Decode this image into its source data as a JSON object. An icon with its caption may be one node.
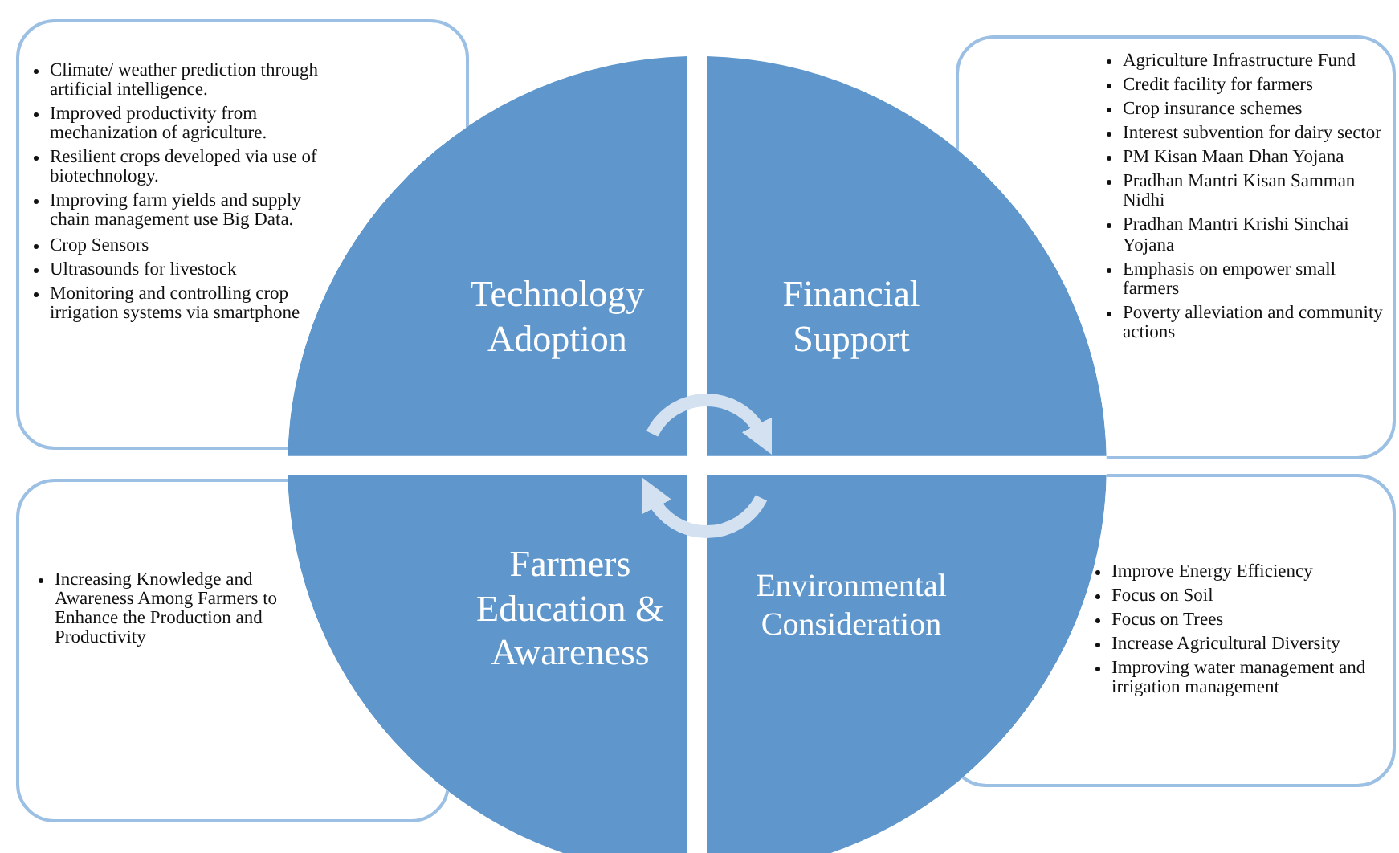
{
  "diagram": {
    "nodes": [
      {
        "text": [
          "Climate/ weather prediction through artificial intelligence.",
          "Improved productivity from mechanization of agriculture.",
          "Resilient crops developed via use of biotechnology.",
          "Improving farm yields and supply chain management use Big Data.",
          "Crop Sensors",
          "Ultrasounds for livestock",
          "Monitoring and controlling crop irrigation systems via smartphone"
        ]
      },
      {
        "text": [
          "Technology Adoption"
        ]
      },
      {
        "text": [
          "Financial Support"
        ]
      },
      {
        "text": [
          "Agriculture Infrastructure Fund",
          "Credit facility for farmers",
          "Crop insurance schemes",
          "Interest subvention for dairy sector",
          "PM Kisan Maan Dhan Yojana",
          "Pradhan Mantri Kisan Samman Nidhi",
          "Pradhan Mantri Krishi Sinchai Yojana",
          "Emphasis on empower small farmers",
          "Poverty alleviation and community actions"
        ]
      },
      {
        "text": [
          "Increasing Knowledge and Awareness Among Farmers to Enhance the Production and Productivity"
        ]
      },
      {
        "text": [
          "Farmers Education & Awareness"
        ]
      },
      {
        "text": [
          "Environmental Consideration"
        ]
      },
      {
        "text": [
          "Improve Energy Efficiency",
          "Focus on Soil",
          "Focus on Trees",
          "Increase Agricultural Diversity",
          "Improving water management and irrigation management"
        ]
      }
    ],
    "edges": [
      {
        "from": 1,
        "to": 2,
        "arrow": "to",
        "color": "#d3e1f1"
      },
      {
        "from": 6,
        "to": 5,
        "arrow": "to",
        "color": "#d3e1f1"
      }
    ]
  }
}
